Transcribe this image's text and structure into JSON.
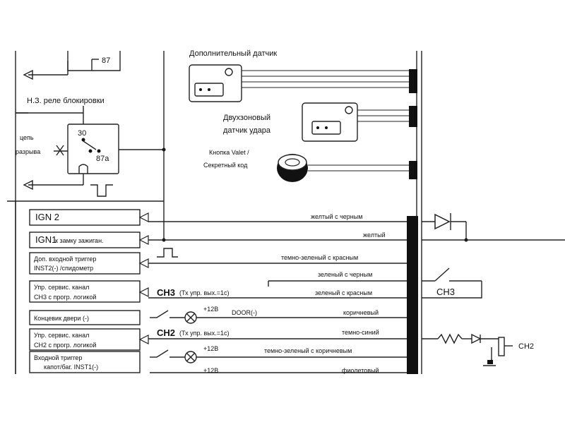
{
  "relay": {
    "top_pin": "87",
    "title": "Н.З. реле блокировки",
    "break_label_1": "цепь",
    "break_label_2": "разрыва",
    "pin_30": "30",
    "pin_87a": "87a"
  },
  "sensors": {
    "extra": "Дополнительный датчик",
    "shock_1": "Двухзоновый",
    "shock_2": "датчик удара",
    "valet_1": "Кнопка  Valet /",
    "valet_2": "Секретный код"
  },
  "inputs": [
    {
      "box": [
        "IGN 2"
      ],
      "wire": "желтый с черным"
    },
    {
      "box": [
        "IGN1",
        "к замку зажиган."
      ],
      "wire": "желтый"
    },
    {
      "box": [
        "Доп. входной триггер",
        "INST2(-) /спидометр"
      ],
      "wire": "темно-зеленый с красным"
    },
    {
      "box": [],
      "wire": "зеленый с черным"
    },
    {
      "box": [
        "Упр. сервис. канал",
        "CH3  с прогр. логикой"
      ],
      "wire": "зеленый с красным",
      "channel": "CH3",
      "note": "(Тх упр. вых.=1с)"
    },
    {
      "box": [
        "Концевик двери (-)"
      ],
      "wire": "коричневый",
      "note": "DOOR(-)",
      "volt": "+12В"
    },
    {
      "box": [
        "Упр. сервис. канал",
        "CH2  с прогр. логикой"
      ],
      "wire": "темно-синий",
      "channel": "CH2",
      "note": "(Тх упр. вых.=1с)"
    },
    {
      "box": [],
      "wire": "темно-зеленый с коричневым",
      "volt": "+12В"
    },
    {
      "box": [
        "Входной триггер",
        "капот/баг. INST1(-)"
      ],
      "wire": "фиолетовый",
      "volt": "+12В"
    }
  ],
  "right": {
    "ch3": "CH3",
    "ch2": "CH2"
  },
  "colors": {
    "ink": "#222222",
    "bus": "#111111",
    "background": "#ffffff"
  }
}
